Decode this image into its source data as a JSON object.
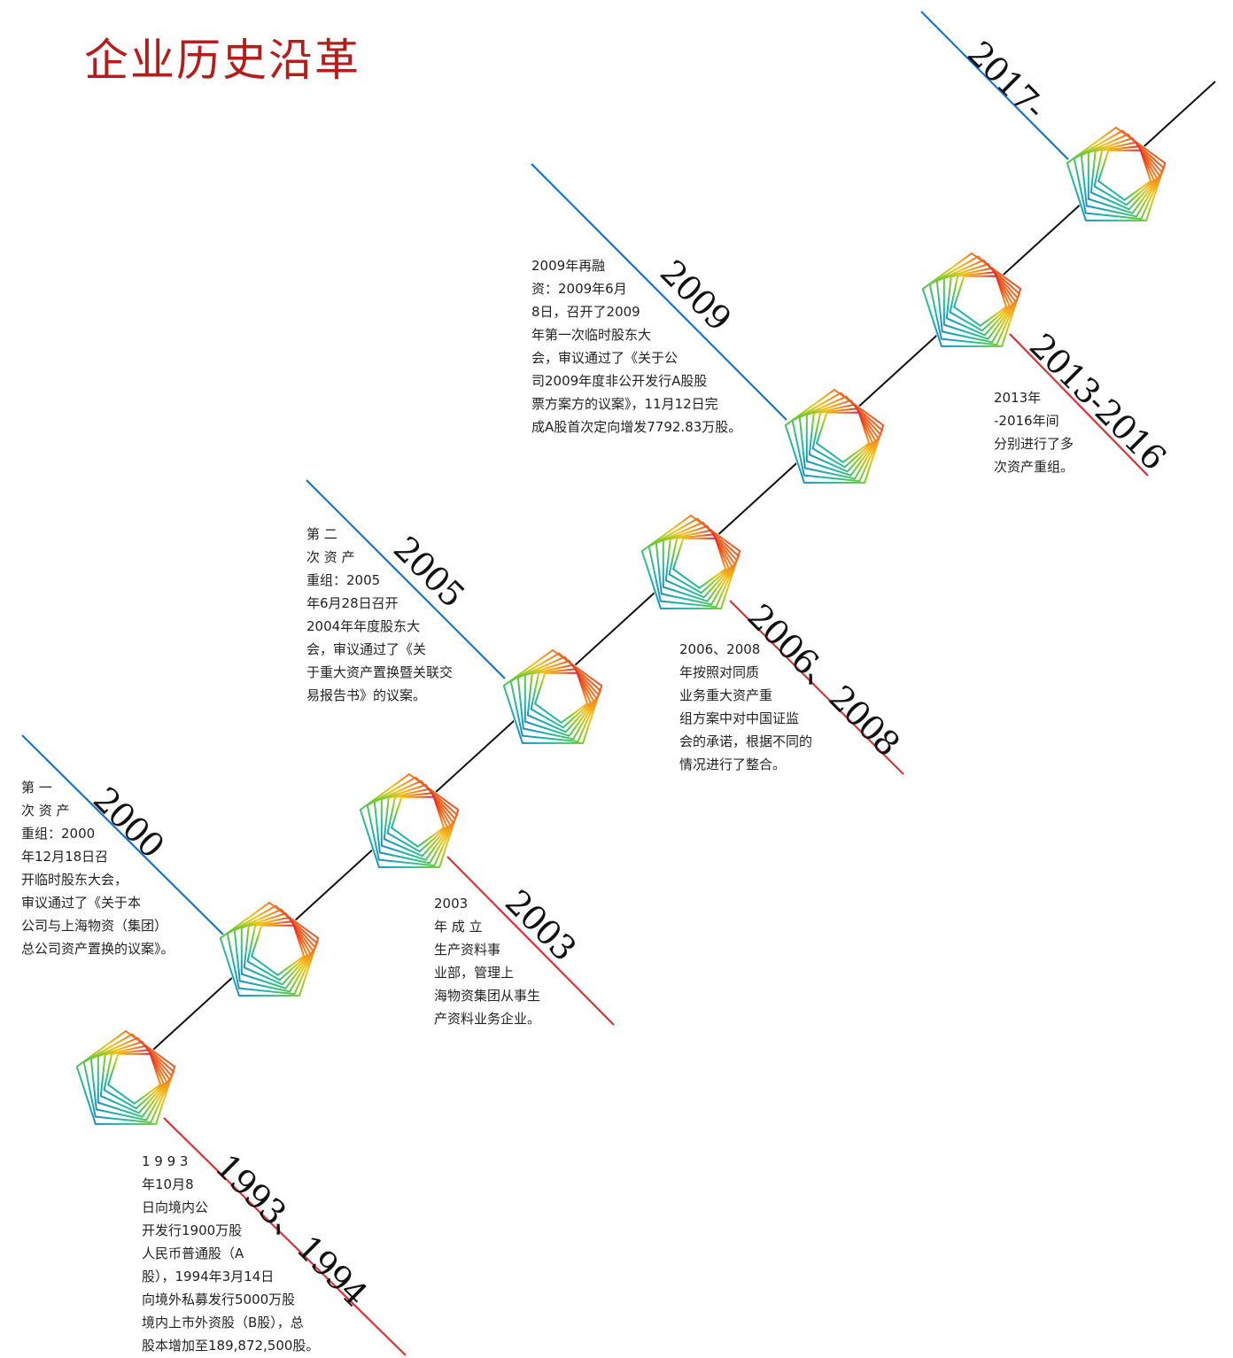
{
  "page_title": "企业历史沿革",
  "colors": {
    "title": "#b51c1c",
    "timeline": "#111111",
    "upper_branch": "#1a73c9",
    "lower_branch": "#d9333a",
    "node_gradient": [
      "#1e6fd0",
      "#1fb5a8",
      "#7ccb28",
      "#f2c31b",
      "#f28a1e",
      "#e6332a",
      "#c8185e"
    ]
  },
  "milestones": [
    {
      "year": "1993、1994",
      "description": "1 9 9 3\n年10月8\n日向境内公\n开发行1900万股\n人民币普通股（A\n股），1994年3月14日\n向境外私募发行5000万股\n境内上市外资股（B股），总\n股本增加至189,872,500股。"
    },
    {
      "year": "2000",
      "description": "第 一\n次 资 产\n重组：2000\n年12月18日召\n开临时股东大会，\n审议通过了《关于本\n公司与上海物资（集团）\n总公司资产置换的议案》。"
    },
    {
      "year": "2003",
      "description": "2003\n年 成 立\n生产资料事\n业部，管理上\n海物资集团从事生\n产资料业务企业。"
    },
    {
      "year": "2005",
      "description": "第 二\n次 资 产\n重组：2005\n年6月28日召开\n2004年年度股东大\n会，审议通过了《关\n于重大资产置换暨关联交\n易报告书》的议案。"
    },
    {
      "year": "2006、2008",
      "description": "2006、2008\n年按照对同质\n业务重大资产重\n组方案中对中国证监\n会的承诺，根据不同的\n情况进行了整合。"
    },
    {
      "year": "2009",
      "description": "2009年再融\n资：2009年6月\n8日，召开了2009\n年第一次临时股东大\n会，审议通过了《关于公\n司2009年度非公开发行A股股\n票方案方的议案》，11月12日完\n成A股首次定向增发7792.83万股。"
    },
    {
      "year": "2013-2016",
      "description": "2013年\n-2016年间\n分别进行了多\n次资产重组。"
    },
    {
      "year": "2017-",
      "description": ""
    }
  ]
}
